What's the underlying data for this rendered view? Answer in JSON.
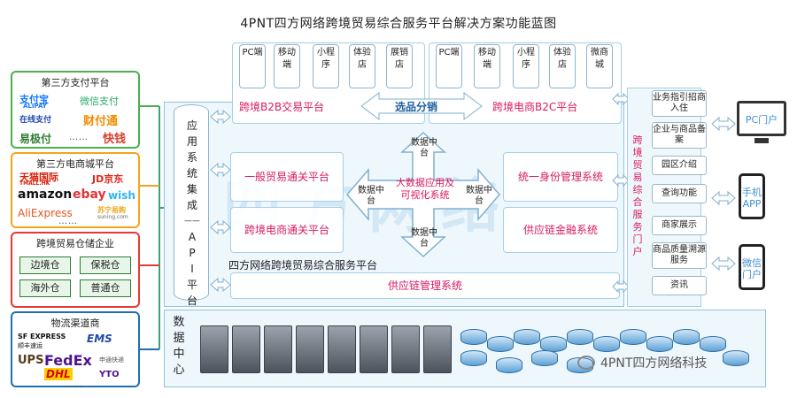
{
  "title": "4PNT四方网络跨境贸易综合服务平台解决方案功能蓝图",
  "partners": {
    "payment": {
      "heading": "第三方支付平台",
      "logos": [
        "支付宝",
        "ALIPAY",
        "微信支付",
        "在线支付",
        "财付通",
        "易极付",
        "快钱"
      ],
      "more": "……"
    },
    "mall": {
      "heading": "第三方电商城平台",
      "logos": [
        "天猫国际",
        "TMALL.HK",
        "JD京东",
        "amazon",
        "ebay",
        "wish",
        "AliExpress",
        "苏宁易购",
        "suning.com"
      ],
      "more": "……"
    },
    "warehouse": {
      "heading": "跨境贸易仓储企业",
      "items": [
        "边境仓",
        "保税仓",
        "海外仓",
        "普通仓"
      ]
    },
    "logistics": {
      "heading": "物流渠道商",
      "logos": [
        "SF EXPRESS",
        "顺丰速运",
        "EMS",
        "UPS",
        "FedEx",
        "DHL",
        "申通快递",
        "YTO"
      ],
      "more": "……"
    }
  },
  "channels_b2b": [
    "PC端",
    "移动端",
    "小程序",
    "体验店",
    "展销店"
  ],
  "channels_b2c": [
    "PC端",
    "移动端",
    "小程序",
    "体验店",
    "微商城"
  ],
  "platforms": {
    "b2b": "跨境B2B交易平台",
    "b2c": "跨境电商B2C平台",
    "selection": "选品分销"
  },
  "app_integration": {
    "label": [
      "应",
      "用",
      "系",
      "统",
      "集",
      "成",
      "——",
      "A",
      "P",
      "I",
      "平",
      "台"
    ]
  },
  "modules": {
    "general_trade": "一般贸易通关平台",
    "ecommerce": "跨境电商通关平台",
    "identity": "统一身份管理系统",
    "finance": "供应链金融系统",
    "bigdata": "大数据应用及可视化系统",
    "data_top": "数据中台",
    "data_left": "数据中台",
    "data_right": "数据中台",
    "data_bottom": "数据中台",
    "platform_name": "四方网络跨境贸易综合服务平台",
    "scm": "供应链管理系统"
  },
  "portal": {
    "vertical_label": [
      "跨",
      "境",
      "贸",
      "易",
      "综",
      "合",
      "服",
      "务",
      "门",
      "户"
    ],
    "items": [
      "业务指引招商入住",
      "企业与商品备案",
      "园区介绍",
      "查询功能",
      "商家展示",
      "商品质量溯源服务",
      "资讯"
    ]
  },
  "devices": {
    "pc": "PC门户",
    "app": "手机APP",
    "wechat": "微信门户"
  },
  "datacenter": {
    "label": [
      "数",
      "据",
      "中",
      "心"
    ]
  },
  "watermark": {
    "text": "4PNT四方网络科技",
    "big": "四方网络"
  },
  "colors": {
    "accent_blue": "#3f8fd0",
    "module_red": "#d81b60",
    "payment_green": "#4caf50",
    "mall_orange": "#f2a51c",
    "warehouse_red": "#e53935",
    "logistics_blue": "#1f6fb2"
  }
}
